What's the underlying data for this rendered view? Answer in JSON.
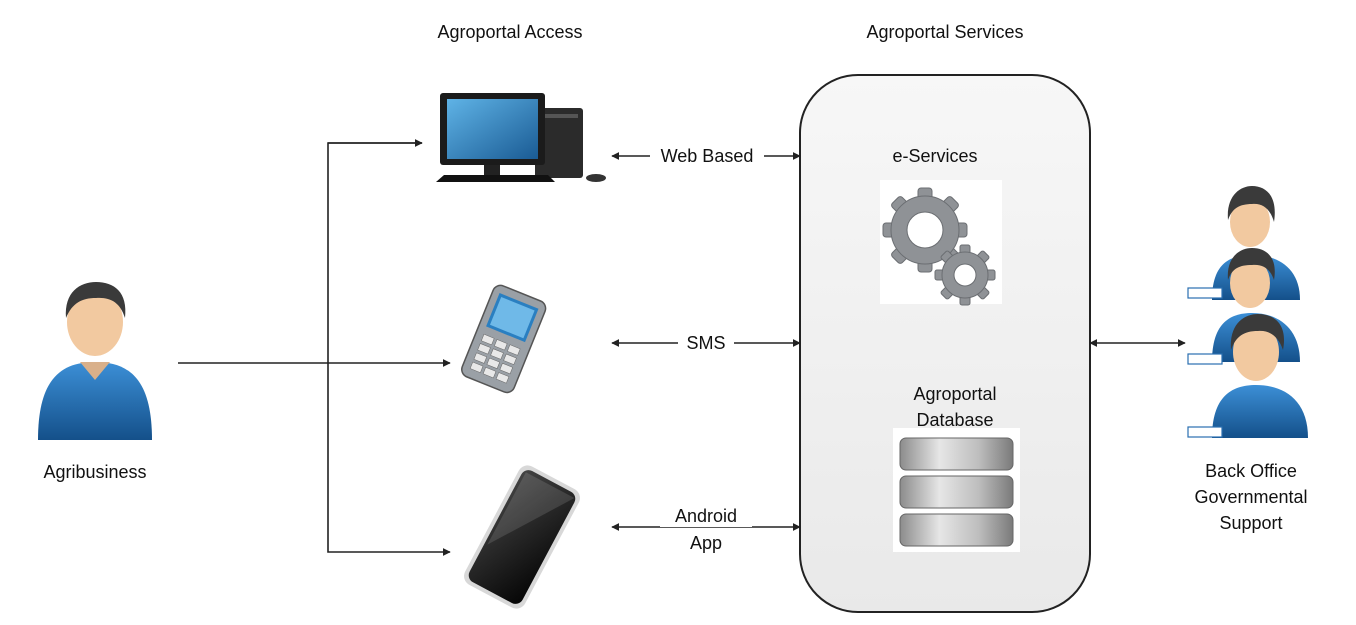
{
  "headers": {
    "access": "Agroportal Access",
    "services": "Agroportal Services"
  },
  "actor": {
    "label": "Agribusiness",
    "icon": "person-icon"
  },
  "devices": [
    {
      "name": "desktop-computer-icon",
      "link_label": "Web Based"
    },
    {
      "name": "mobile-phone-icon",
      "link_label": "SMS"
    },
    {
      "name": "smartphone-icon",
      "link_label_line1": "Android",
      "link_label_line2": "App"
    }
  ],
  "services_box": {
    "eservices_label": "e-Services",
    "eservices_icon": "gears-icon",
    "database_label_line1": "Agroportal",
    "database_label_line2": "Database",
    "database_icon": "database-icon"
  },
  "back_office": {
    "line1": "Back Office",
    "line2": "Governmental",
    "line3": "Support",
    "icon": "users-group-icon"
  },
  "colors": {
    "line": "#222222",
    "box_fill": "#f2f2f2",
    "person_blue": "#1f6fb5",
    "skin": "#f2c9a0",
    "hair": "#3a3a3a"
  }
}
